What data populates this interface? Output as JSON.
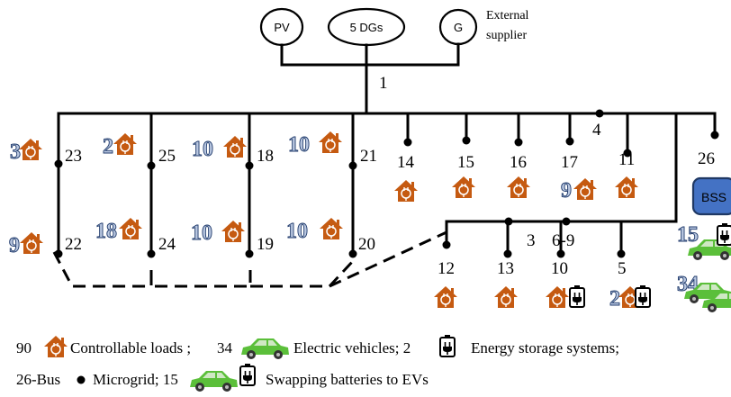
{
  "sources": {
    "pv": "PV",
    "dgs": "5 DGs",
    "grid": "G",
    "external_line1": "External",
    "external_line2": "supplier"
  },
  "buses": {
    "b1": "1",
    "b23": "23",
    "b25": "25",
    "b18": "18",
    "b21": "21",
    "b14": "14",
    "b15": "15",
    "b16": "16",
    "b17": "17",
    "b4": "4",
    "b11": "11",
    "b26": "26",
    "b22": "22",
    "b24": "24",
    "b19": "19",
    "b20": "20",
    "b3": "3",
    "b6_9": "6-9",
    "b12": "12",
    "b13": "13",
    "b10": "10",
    "b5": "5"
  },
  "multipliers": {
    "m23": "3",
    "m25": "2",
    "m18": "10",
    "m21": "10",
    "m22": "9",
    "m24": "18",
    "m19": "10",
    "m20": "10",
    "m17": "9",
    "m5": "2",
    "m_swap": "15",
    "m_ev": "34"
  },
  "bss_label": "BSS",
  "legend": {
    "line1_count": "90",
    "controllable_loads": "Controllable loads ;",
    "ev_count": "34",
    "electric_vehicles": "Electric vehicles; 2",
    "energy_storage": "Energy storage systems;",
    "microgrid_prefix": "26-Bus",
    "microgrid_suffix": "Microgrid; 15",
    "swapping": "Swapping batteries to EVs"
  },
  "colors": {
    "house": "#c55a11",
    "ev_body": "#5bbf3a",
    "bss_fill": "#4472c4",
    "bss_border": "#1f3864",
    "multiplier_fill": "#b9c7e0"
  }
}
